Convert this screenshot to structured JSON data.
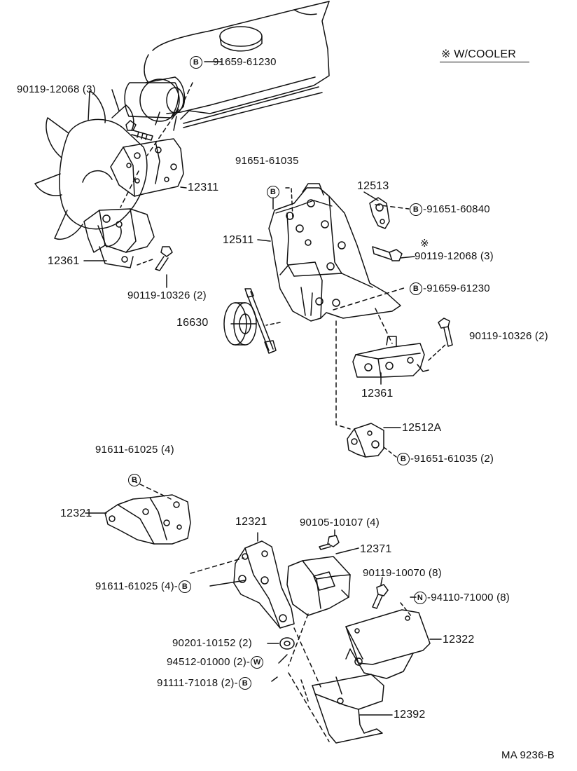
{
  "header": {
    "cooler_label": "※ W/COOLER"
  },
  "symbols": {
    "b": "B",
    "n": "N",
    "w": "W"
  },
  "parts": {
    "p_91659_top": "91659-61230",
    "p_90119_12068_left": "90119-12068 (3)",
    "p_12311": "12311",
    "p_12361_left": "12361",
    "p_90119_10326_left": "90119-10326 (2)",
    "p_91651_61035": "91651-61035",
    "p_12513": "12513",
    "p_91651_60840": "-91651-60840",
    "p_12511": "12511",
    "p_asterisk": "※",
    "p_90119_12068_right": "90119-12068 (3)",
    "p_91659_right": "-91659-61230",
    "p_16630": "16630",
    "p_90119_10326_right": "90119-10326 (2)",
    "p_12361_right": "12361",
    "p_12512A": "12512A",
    "p_91651_61035_2": "-91651-61035 (2)",
    "p_91611_61025_top": "91611-61025 (4)",
    "p_12321_left": "12321",
    "p_12321_mid": "12321",
    "p_90105_10107": "90105-10107 (4)",
    "p_12371": "12371",
    "p_91611_61025_bottom": "91611-61025 (4)-",
    "p_90119_10070": "90119-10070 (8)",
    "p_94110_71000": "-94110-71000 (8)",
    "p_12322": "12322",
    "p_90201_10152": "90201-10152 (2)",
    "p_94512_01000": "94512-01000 (2)-",
    "p_91111_71018": "91111-71018 (2)-",
    "p_12392": "12392"
  },
  "footer": {
    "code": "MA 9236-B"
  }
}
